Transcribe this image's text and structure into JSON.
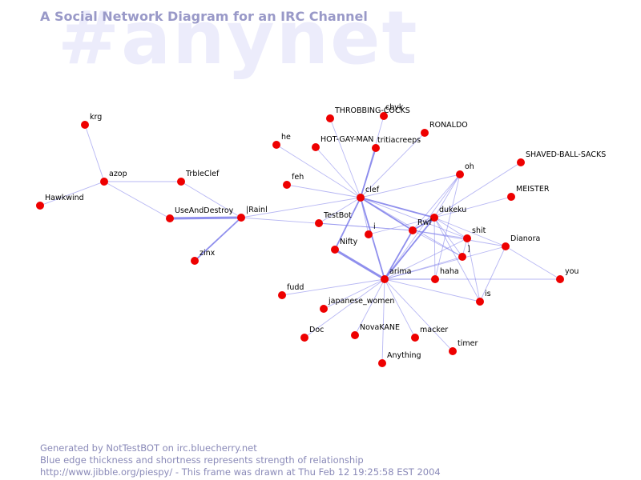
{
  "watermark": "#anynet",
  "title": "A Social Network Diagram for an IRC Channel",
  "footer": {
    "line1": "Generated by NotTestBOT on irc.bluecherry.net",
    "line2": "Blue edge thickness and shortness represents strength of relationship",
    "line3": "http://www.jibble.org/piespy/ - This frame was drawn at Thu Feb 12 19:25:58 EST 2004"
  },
  "colors": {
    "node": "#ee0000",
    "edge": "#7b7bea",
    "title": "#9999c8",
    "watermark": "#ececfb"
  },
  "nodes": [
    {
      "id": "krg",
      "label": "krg"
    },
    {
      "id": "azop",
      "label": "azop"
    },
    {
      "id": "hawkwind",
      "label": "Hawkwind"
    },
    {
      "id": "trbleclef",
      "label": "TrbleClef"
    },
    {
      "id": "useanddestroy",
      "label": "UseAndDestroy"
    },
    {
      "id": "rainl",
      "label": "|Rainl"
    },
    {
      "id": "zinx",
      "label": "zinx"
    },
    {
      "id": "throbbing",
      "label": "THROBBING-COCKS"
    },
    {
      "id": "cbvk",
      "label": "cbvk"
    },
    {
      "id": "ronaldo",
      "label": "RONALDO"
    },
    {
      "id": "he",
      "label": "he"
    },
    {
      "id": "hotgay",
      "label": "HOT-GAY-MAN"
    },
    {
      "id": "tritiacreeps",
      "label": "tritiacreeps"
    },
    {
      "id": "shaved",
      "label": "SHAVED-BALL-SACKS"
    },
    {
      "id": "oh",
      "label": "oh"
    },
    {
      "id": "feh",
      "label": "feh"
    },
    {
      "id": "clef",
      "label": "clef"
    },
    {
      "id": "meister",
      "label": "MEISTER"
    },
    {
      "id": "testbot",
      "label": "TestBot"
    },
    {
      "id": "dukeku",
      "label": "dukeku"
    },
    {
      "id": "rwf",
      "label": "Rwf"
    },
    {
      "id": "i",
      "label": "i"
    },
    {
      "id": "shit",
      "label": "shit"
    },
    {
      "id": "dianora",
      "label": "Dianora"
    },
    {
      "id": "nifty",
      "label": "Nifty"
    },
    {
      "id": "bracket",
      "label": "]"
    },
    {
      "id": "arima",
      "label": "arima"
    },
    {
      "id": "haha",
      "label": "haha"
    },
    {
      "id": "you",
      "label": "you"
    },
    {
      "id": "fudd",
      "label": "fudd"
    },
    {
      "id": "is",
      "label": "is"
    },
    {
      "id": "japanese",
      "label": "japanese_women"
    },
    {
      "id": "doc",
      "label": "Doc"
    },
    {
      "id": "novakane",
      "label": "NovaKANE"
    },
    {
      "id": "macker",
      "label": "macker"
    },
    {
      "id": "timer",
      "label": "timer"
    },
    {
      "id": "anything",
      "label": "Anything"
    }
  ],
  "edges": [
    {
      "from": "krg",
      "to": "azop",
      "weight": 1
    },
    {
      "from": "azop",
      "to": "hawkwind",
      "weight": 1
    },
    {
      "from": "azop",
      "to": "trbleclef",
      "weight": 1
    },
    {
      "from": "azop",
      "to": "useanddestroy",
      "weight": 1
    },
    {
      "from": "trbleclef",
      "to": "rainl",
      "weight": 1
    },
    {
      "from": "useanddestroy",
      "to": "rainl",
      "weight": 3
    },
    {
      "from": "rainl",
      "to": "zinx",
      "weight": 2
    },
    {
      "from": "rainl",
      "to": "clef",
      "weight": 1
    },
    {
      "from": "rainl",
      "to": "rwf",
      "weight": 1
    },
    {
      "from": "throbbing",
      "to": "clef",
      "weight": 1
    },
    {
      "from": "cbvk",
      "to": "clef",
      "weight": 1
    },
    {
      "from": "ronaldo",
      "to": "clef",
      "weight": 1
    },
    {
      "from": "he",
      "to": "clef",
      "weight": 1
    },
    {
      "from": "hotgay",
      "to": "clef",
      "weight": 1
    },
    {
      "from": "tritiacreeps",
      "to": "clef",
      "weight": 2
    },
    {
      "from": "feh",
      "to": "clef",
      "weight": 1
    },
    {
      "from": "clef",
      "to": "testbot",
      "weight": 1
    },
    {
      "from": "clef",
      "to": "nifty",
      "weight": 2
    },
    {
      "from": "clef",
      "to": "arima",
      "weight": 2
    },
    {
      "from": "clef",
      "to": "i",
      "weight": 1
    },
    {
      "from": "clef",
      "to": "rwf",
      "weight": 2
    },
    {
      "from": "clef",
      "to": "dukeku",
      "weight": 2
    },
    {
      "from": "clef",
      "to": "shit",
      "weight": 1
    },
    {
      "from": "clef",
      "to": "bracket",
      "weight": 1
    },
    {
      "from": "clef",
      "to": "oh",
      "weight": 1
    },
    {
      "from": "nifty",
      "to": "arima",
      "weight": 3
    },
    {
      "from": "testbot",
      "to": "rwf",
      "weight": 1
    },
    {
      "from": "i",
      "to": "dukeku",
      "weight": 1
    },
    {
      "from": "arima",
      "to": "rwf",
      "weight": 2
    },
    {
      "from": "arima",
      "to": "dukeku",
      "weight": 2
    },
    {
      "from": "arima",
      "to": "shit",
      "weight": 1
    },
    {
      "from": "arima",
      "to": "bracket",
      "weight": 1
    },
    {
      "from": "arima",
      "to": "oh",
      "weight": 1
    },
    {
      "from": "arima",
      "to": "haha",
      "weight": 1
    },
    {
      "from": "arima",
      "to": "you",
      "weight": 1
    },
    {
      "from": "arima",
      "to": "is",
      "weight": 1
    },
    {
      "from": "arima",
      "to": "fudd",
      "weight": 1
    },
    {
      "from": "arima",
      "to": "japanese",
      "weight": 1
    },
    {
      "from": "arima",
      "to": "doc",
      "weight": 1
    },
    {
      "from": "arima",
      "to": "novakane",
      "weight": 1
    },
    {
      "from": "arima",
      "to": "macker",
      "weight": 1
    },
    {
      "from": "arima",
      "to": "timer",
      "weight": 1
    },
    {
      "from": "arima",
      "to": "anything",
      "weight": 1
    },
    {
      "from": "arima",
      "to": "dianora",
      "weight": 1
    },
    {
      "from": "rwf",
      "to": "dukeku",
      "weight": 2
    },
    {
      "from": "rwf",
      "to": "shit",
      "weight": 1
    },
    {
      "from": "rwf",
      "to": "bracket",
      "weight": 1
    },
    {
      "from": "rwf",
      "to": "dianora",
      "weight": 1
    },
    {
      "from": "rwf",
      "to": "oh",
      "weight": 1
    },
    {
      "from": "dukeku",
      "to": "shaved",
      "weight": 1
    },
    {
      "from": "dukeku",
      "to": "meister",
      "weight": 1
    },
    {
      "from": "dukeku",
      "to": "oh",
      "weight": 1
    },
    {
      "from": "dukeku",
      "to": "shit",
      "weight": 1
    },
    {
      "from": "dukeku",
      "to": "bracket",
      "weight": 1
    },
    {
      "from": "dukeku",
      "to": "dianora",
      "weight": 1
    },
    {
      "from": "dukeku",
      "to": "haha",
      "weight": 1
    },
    {
      "from": "dukeku",
      "to": "is",
      "weight": 1
    },
    {
      "from": "shit",
      "to": "bracket",
      "weight": 1
    },
    {
      "from": "shit",
      "to": "is",
      "weight": 1
    },
    {
      "from": "dianora",
      "to": "you",
      "weight": 1
    },
    {
      "from": "dianora",
      "to": "is",
      "weight": 1
    },
    {
      "from": "oh",
      "to": "haha",
      "weight": 1
    }
  ]
}
